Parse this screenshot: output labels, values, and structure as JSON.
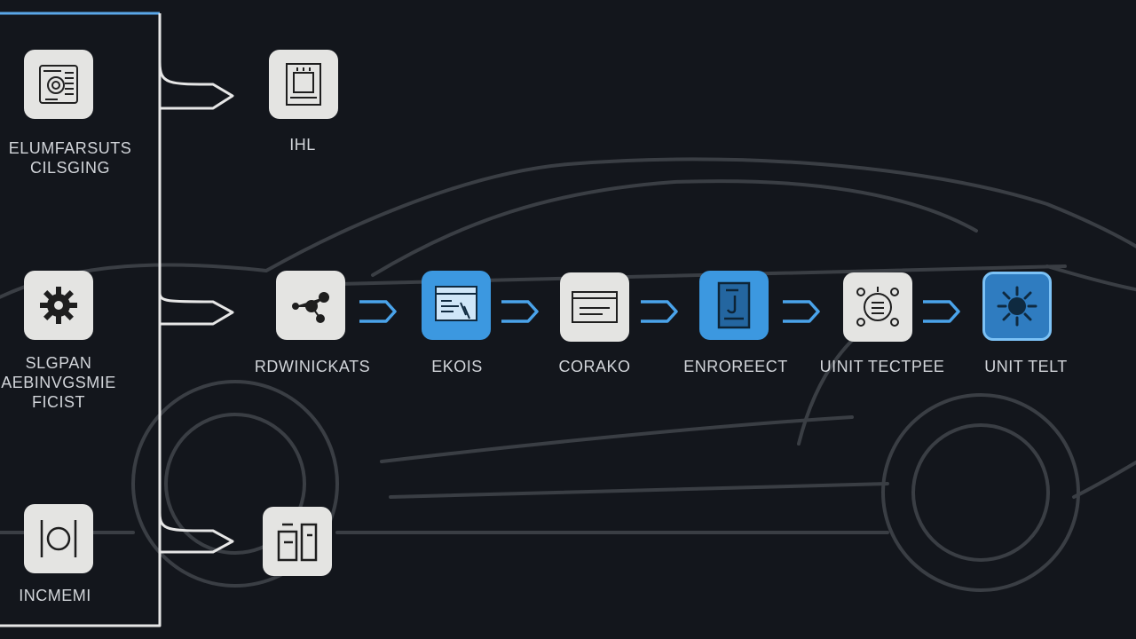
{
  "colors": {
    "background": "#13161c",
    "connector": "#e6e6e6",
    "accent_blue": "#3c98e0",
    "car_outline": "#3a3e44",
    "tile": "#e4e4e2"
  },
  "left_column": [
    {
      "icon": "chip-board-icon",
      "lines": [
        "ELUMFARSUTS",
        "CILSGING"
      ]
    },
    {
      "icon": "gear-icon",
      "lines": [
        "SLGPAN",
        "AEBINVGSMIE",
        "FICIST"
      ]
    },
    {
      "icon": "circle-frame-icon",
      "lines": [
        "INCMEMI"
      ]
    }
  ],
  "branch_targets": [
    {
      "icon": "framed-chip-icon",
      "label": "IHL"
    },
    {
      "icon": "document-stack-icon",
      "label": ""
    }
  ],
  "pipeline": [
    {
      "icon": "network-nodes-icon",
      "label": "RDWINICKATS",
      "style": "light"
    },
    {
      "icon": "browser-window-icon",
      "label": "EKOIS",
      "style": "blue"
    },
    {
      "icon": "terminal-window-icon",
      "label": "CORAKO",
      "style": "light"
    },
    {
      "icon": "tablet-doc-icon",
      "label": "ENROREECT",
      "style": "blue"
    },
    {
      "icon": "dashboard-gauge-icon",
      "label": "UINIT TECTPEE",
      "style": "light"
    },
    {
      "icon": "sun-gear-icon",
      "label": "UNIT TELT",
      "style": "blue-framed"
    }
  ]
}
